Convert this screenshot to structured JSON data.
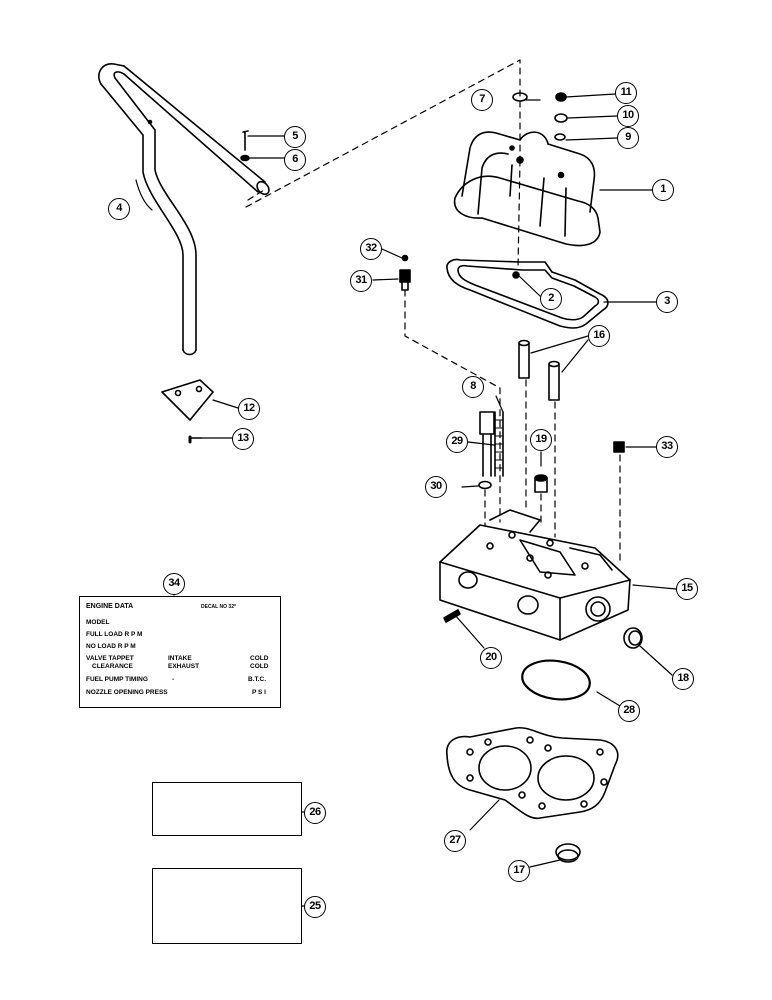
{
  "callouts": [
    {
      "id": "callout-1",
      "text": "1"
    },
    {
      "id": "callout-2",
      "text": "2"
    },
    {
      "id": "callout-3",
      "text": "3"
    },
    {
      "id": "callout-4",
      "text": "4"
    },
    {
      "id": "callout-5",
      "text": "5"
    },
    {
      "id": "callout-6",
      "text": "6"
    },
    {
      "id": "callout-7",
      "text": "7"
    },
    {
      "id": "callout-8",
      "text": "8"
    },
    {
      "id": "callout-9",
      "text": "9"
    },
    {
      "id": "callout-10",
      "text": "10"
    },
    {
      "id": "callout-11",
      "text": "11"
    },
    {
      "id": "callout-12",
      "text": "12"
    },
    {
      "id": "callout-13",
      "text": "13"
    },
    {
      "id": "callout-15",
      "text": "15"
    },
    {
      "id": "callout-16",
      "text": "16"
    },
    {
      "id": "callout-17",
      "text": "17"
    },
    {
      "id": "callout-18",
      "text": "18"
    },
    {
      "id": "callout-19",
      "text": "19"
    },
    {
      "id": "callout-20",
      "text": "20"
    },
    {
      "id": "callout-25",
      "text": "25"
    },
    {
      "id": "callout-26",
      "text": "26"
    },
    {
      "id": "callout-27",
      "text": "27"
    },
    {
      "id": "callout-28",
      "text": "28"
    },
    {
      "id": "callout-29",
      "text": "29"
    },
    {
      "id": "callout-30",
      "text": "30"
    },
    {
      "id": "callout-31",
      "text": "31"
    },
    {
      "id": "callout-32",
      "text": "32"
    },
    {
      "id": "callout-33",
      "text": "33"
    },
    {
      "id": "callout-34",
      "text": "34"
    }
  ],
  "decal": {
    "title": "ENGINE DATA",
    "decal_no": "DECAL NO 32*",
    "model": "MODEL",
    "full_load": "FULL LOAD R P M",
    "no_load": "NO LOAD R P M",
    "valve_tappet": "VALVE TAPPET",
    "clearance": "CLEARANCE",
    "intake": "INTAKE",
    "exhaust": "EXHAUST",
    "cold1": "COLD",
    "cold2": "COLD",
    "fuel_pump": "FUEL PUMP TIMING",
    "fuel_dash": "-",
    "btc": "B.T.C.",
    "nozzle": "NOZZLE OPENING PRESS",
    "psi": "P S I"
  }
}
